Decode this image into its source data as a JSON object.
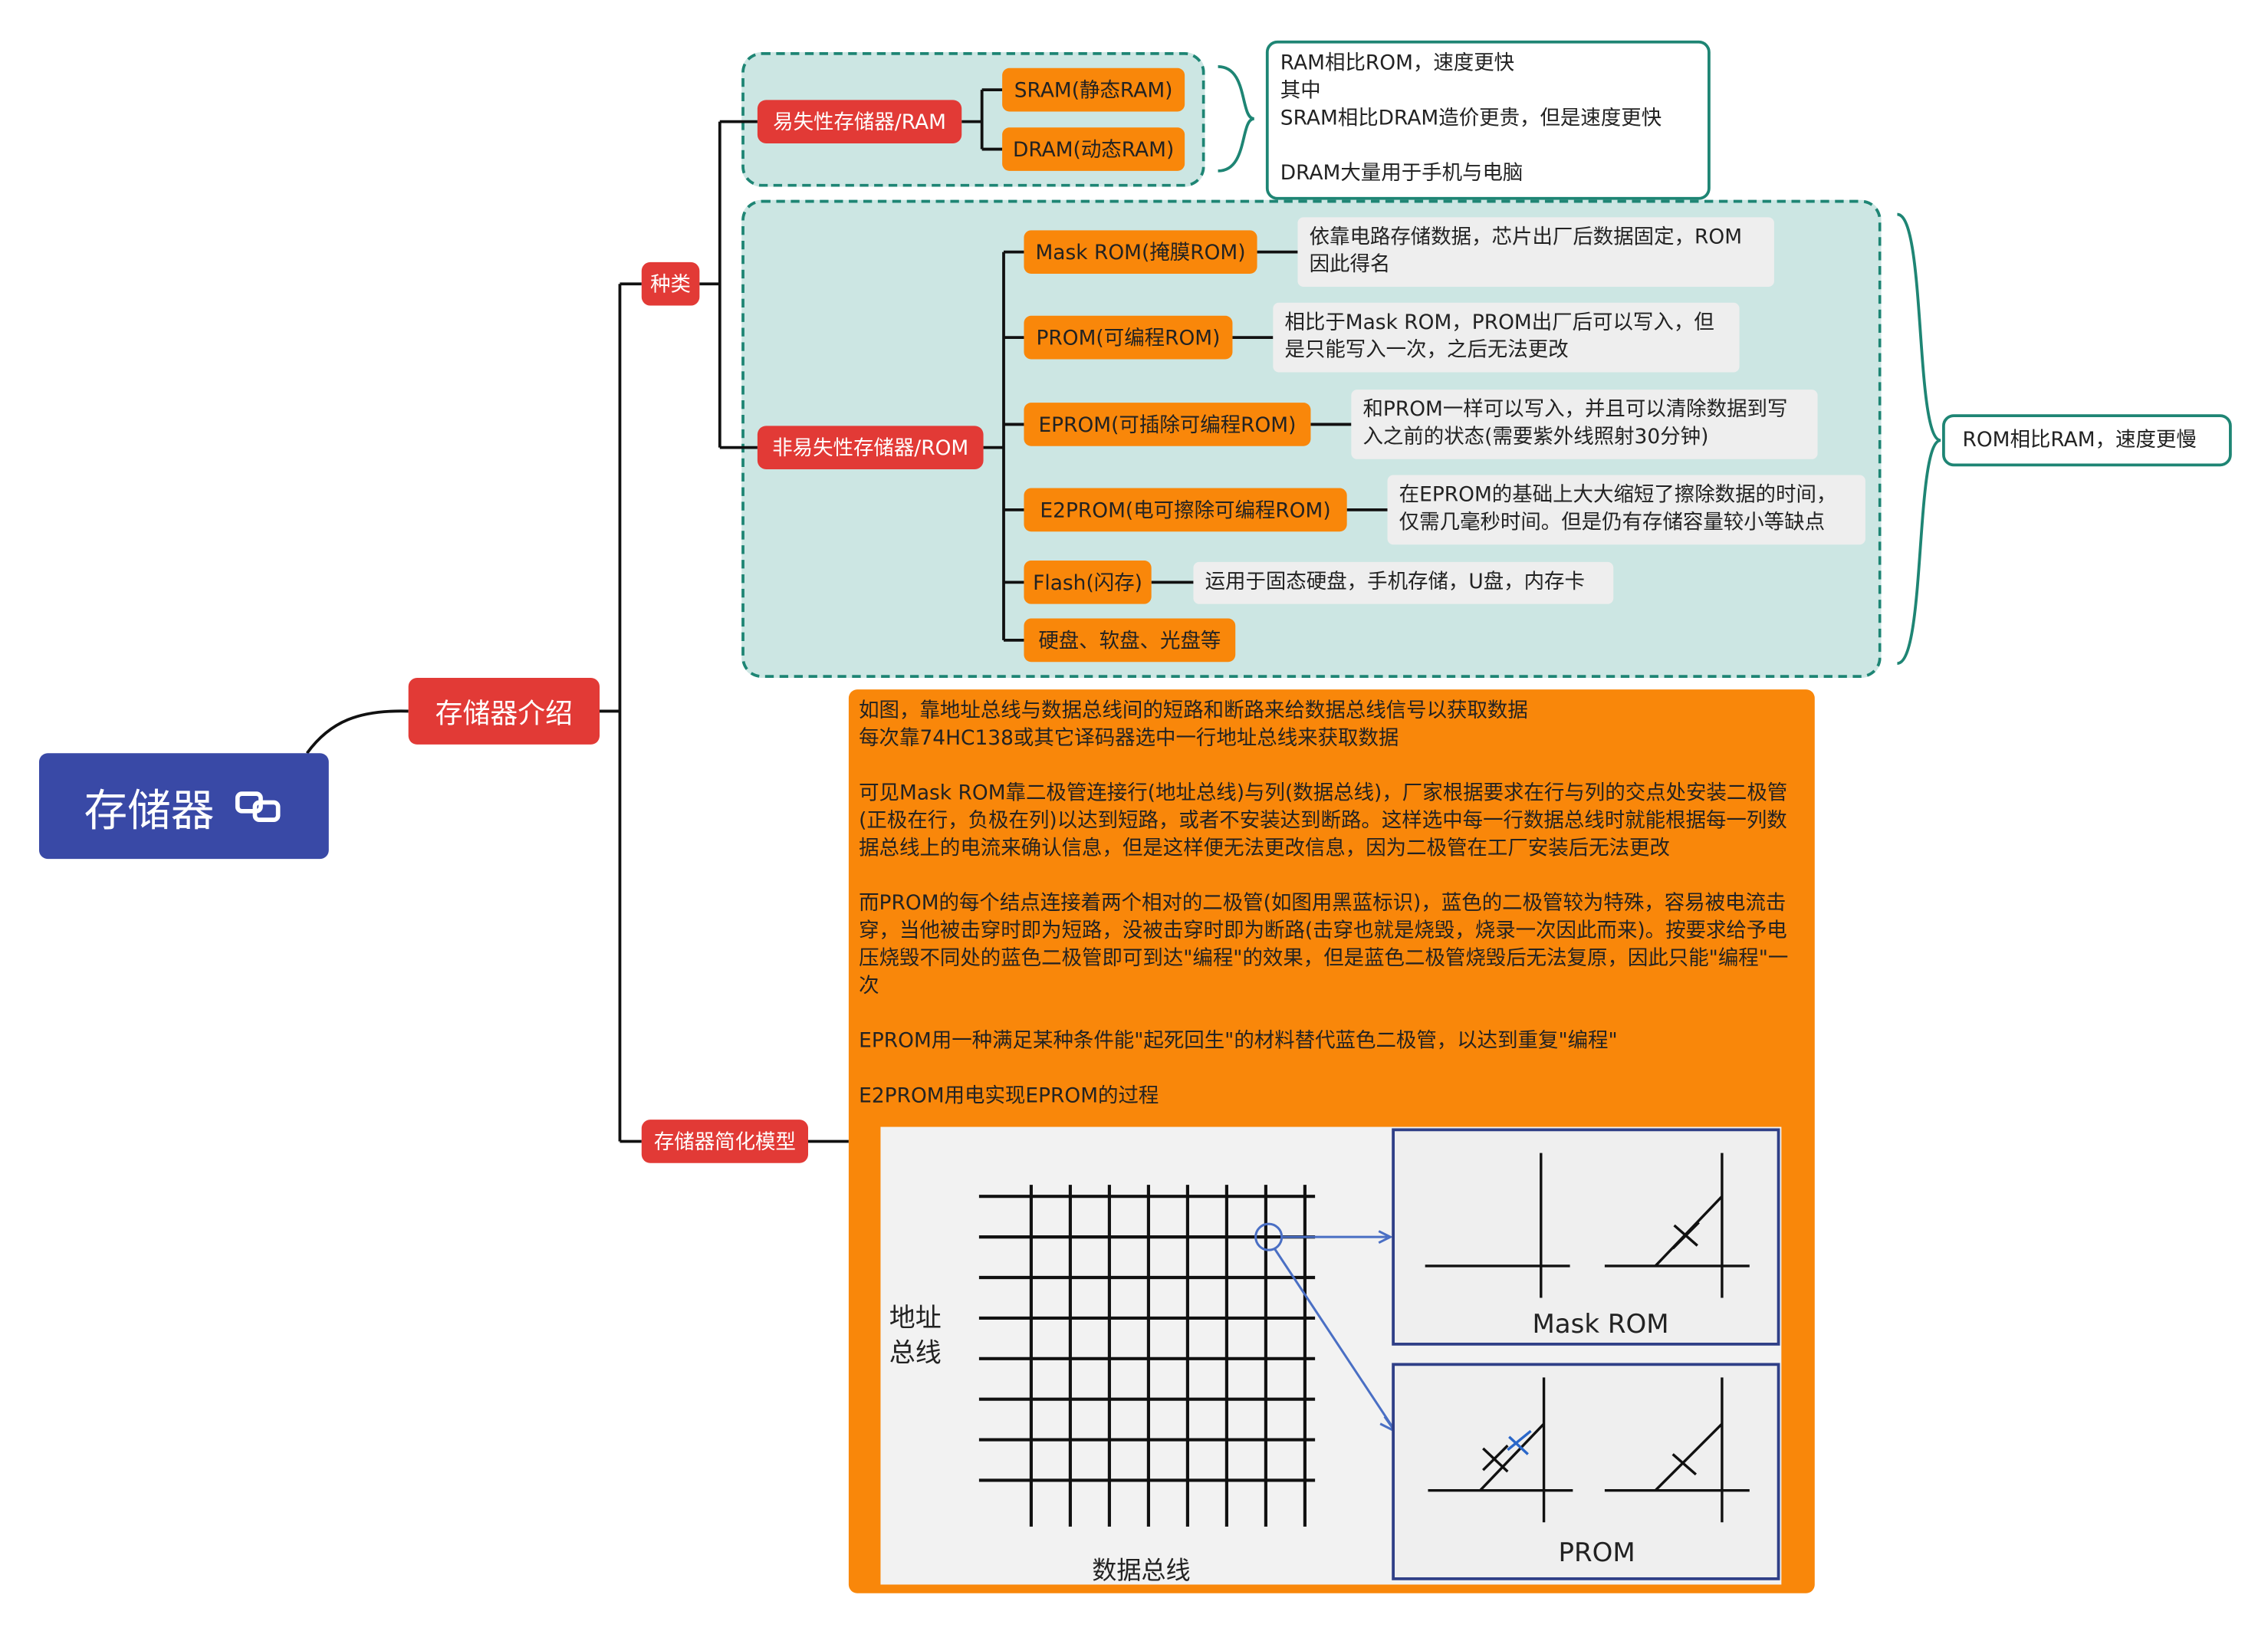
{
  "root": {
    "label": "存储器",
    "icon": "link-icon"
  },
  "intro": {
    "label": "存储器介绍"
  },
  "types": {
    "label": "种类",
    "ram": {
      "label": "易失性存储器/RAM",
      "items": [
        "SRAM(静态RAM)",
        "DRAM(动态RAM)"
      ],
      "note": "RAM相比ROM，速度更快\n其中\nSRAM相比DRAM造价更贵，但是速度更快\n\nDRAM大量用于手机与电脑"
    },
    "rom": {
      "label": "非易失性存储器/ROM",
      "items": [
        {
          "label": "Mask ROM(掩膜ROM)",
          "note": "依靠电路存储数据，芯片出厂后数据固定，ROM\n因此得名"
        },
        {
          "label": "PROM(可编程ROM)",
          "note": "相比于Mask ROM，PROM出厂后可以写入，但\n是只能写入一次，之后无法更改"
        },
        {
          "label": "EPROM(可插除可编程ROM)",
          "note": "和PROM一样可以写入，并且可以清除数据到写\n入之前的状态(需要紫外线照射30分钟)"
        },
        {
          "label": "E2PROM(电可擦除可编程ROM)",
          "note": "在EPROM的基础上大大缩短了擦除数据的时间，\n仅需几毫秒时间。但是仍有存储容量较小等缺点"
        },
        {
          "label": "Flash(闪存)",
          "note": "运用于固态硬盘，手机存储，U盘，内存卡"
        },
        {
          "label": "硬盘、软盘、光盘等",
          "note": ""
        }
      ],
      "callout": "ROM相比RAM，速度更慢"
    }
  },
  "model": {
    "label": "存储器简化模型",
    "paragraphs": [
      "如图，靠地址总线与数据总线间的短路和断路来给数据总线信号以获取数据\n每次靠74HC138或其它译码器选中一行地址总线来获取数据",
      "可见Mask ROM靠二极管连接行(地址总线)与列(数据总线)，厂家根据要求在行与列的交点处安装二极管(正极在行，负极在列)以达到短路，或者不安装达到断路。这样选中每一行数据总线时就能根据每一列数据总线上的电流来确认信息，但是这样便无法更改信息，因为二极管在工厂安装后无法更改",
      "而PROM的每个结点连接着两个相对的二极管(如图用黑蓝标识)，蓝色的二极管较为特殊，容易被电流击穿，当他被击穿时即为短路，没被击穿时即为断路(击穿也就是烧毁，烧录一次因此而来)。按要求给予电压烧毁不同处的蓝色二极管即可到达\"编程\"的效果，但是蓝色二极管烧毁后无法复原，因此只能\"编程\"一次",
      "EPROM用一种满足某种条件能\"起死回生\"的材料替代蓝色二极管，以达到重复\"编程\"",
      "E2PROM用电实现EPROM的过程"
    ],
    "figure": {
      "address_bus": "地址\n总线",
      "data_bus": "数据总线",
      "panel_top": "Mask ROM",
      "panel_bottom": "PROM"
    }
  },
  "colors": {
    "root": "#3949a6",
    "red": "#e23a36",
    "orange": "#f9870a",
    "teal": "#1e8574",
    "teal_fill": "#cce6e3"
  }
}
